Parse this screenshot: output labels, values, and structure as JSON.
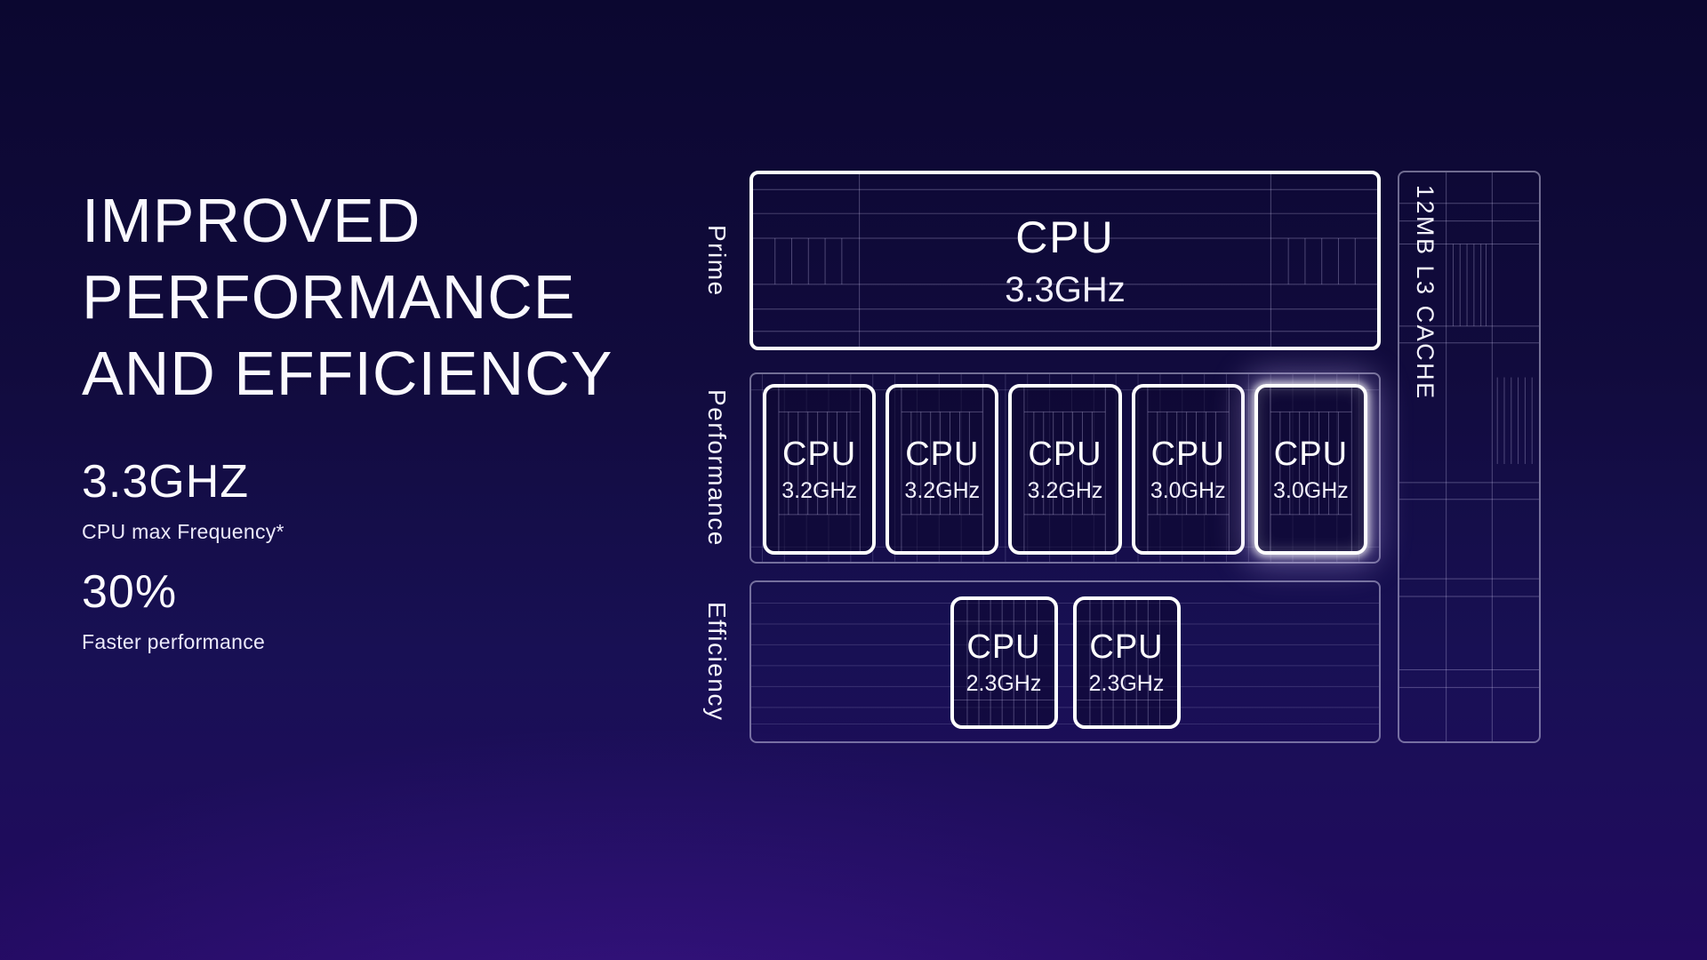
{
  "theme": {
    "bg_top": "#0b0730",
    "bg_mid": "#181054",
    "bg_bottom": "#220a60",
    "glow_purple": "#682cd2",
    "text": "#ffffff",
    "faint_line": "rgba(221,215,255,0.30)"
  },
  "headline": {
    "lines": [
      "IMPROVED",
      "PERFORMANCE",
      "AND EFFICIENCY"
    ]
  },
  "stats": [
    {
      "value": "3.3GHZ",
      "label": "CPU max Frequency*"
    },
    {
      "value": "30%",
      "label": "Faster performance"
    }
  ],
  "diagram": {
    "cache_label": "12MB L3 CACHE",
    "rows": [
      {
        "label": "Prime",
        "cores": [
          {
            "name": "CPU",
            "freq": "3.3GHz",
            "highlighted": false
          }
        ]
      },
      {
        "label": "Performance",
        "cores": [
          {
            "name": "CPU",
            "freq": "3.2GHz",
            "highlighted": false
          },
          {
            "name": "CPU",
            "freq": "3.2GHz",
            "highlighted": false
          },
          {
            "name": "CPU",
            "freq": "3.2GHz",
            "highlighted": false
          },
          {
            "name": "CPU",
            "freq": "3.0GHz",
            "highlighted": false
          },
          {
            "name": "CPU",
            "freq": "3.0GHz",
            "highlighted": true
          }
        ]
      },
      {
        "label": "Efficiency",
        "cores": [
          {
            "name": "CPU",
            "freq": "2.3GHz",
            "highlighted": false
          },
          {
            "name": "CPU",
            "freq": "2.3GHz",
            "highlighted": false
          }
        ]
      }
    ]
  }
}
